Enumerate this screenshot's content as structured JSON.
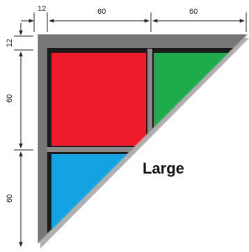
{
  "dimensions": {
    "top": [
      "12",
      "60",
      "60"
    ],
    "left": [
      "12",
      "60",
      "60"
    ]
  },
  "label": "Large",
  "colors": {
    "background": "#ffffff",
    "shadow": "#8f8f8f",
    "frame": "#777777",
    "frame_highlight": "#9a9a9a",
    "inner_outline": "#1a1a1a",
    "red_tile": "#ee1c2a",
    "green_tile": "#1faa4c",
    "blue_tile": "#14a3e2",
    "dimension_lines": "#222222"
  },
  "tiles": [
    {
      "name": "red",
      "color_key": "red_tile"
    },
    {
      "name": "green",
      "color_key": "green_tile"
    },
    {
      "name": "blue",
      "color_key": "blue_tile"
    }
  ]
}
